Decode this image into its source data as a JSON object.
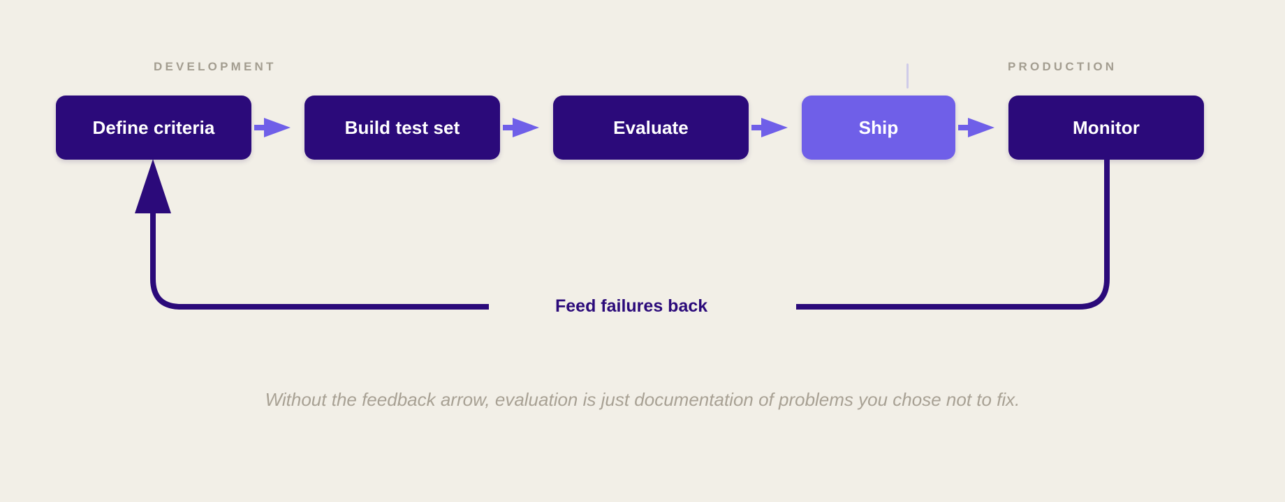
{
  "diagram": {
    "background_color": "#f2efe7",
    "stage_labels": [
      {
        "text": "DEVELOPMENT",
        "color": "#a39d90"
      },
      {
        "text": "PRODUCTION",
        "color": "#a39d90"
      }
    ],
    "divider": {
      "color": "#cfcbe8"
    },
    "nodes": [
      {
        "label": "Define criteria",
        "fill": "#2b0a7a",
        "text_color": "#ffffff",
        "stage": "development"
      },
      {
        "label": "Build test set",
        "fill": "#2b0a7a",
        "text_color": "#ffffff",
        "stage": "development"
      },
      {
        "label": "Evaluate",
        "fill": "#2b0a7a",
        "text_color": "#ffffff",
        "stage": "development"
      },
      {
        "label": "Ship",
        "fill": "#6f5fe8",
        "text_color": "#ffffff",
        "stage": "boundary"
      },
      {
        "label": "Monitor",
        "fill": "#2b0a7a",
        "text_color": "#ffffff",
        "stage": "production"
      }
    ],
    "arrows": {
      "color": "#6f5fe8",
      "count": 4,
      "direction": "right"
    },
    "feedback": {
      "label": "Feed failures back",
      "color": "#2b0a7a",
      "from": "Monitor",
      "to": "Define criteria",
      "direction": "right-to-left"
    },
    "caption": {
      "text": "Without the feedback arrow, evaluation is just documentation of problems you chose not to fix.",
      "color": "#a8a194"
    }
  }
}
